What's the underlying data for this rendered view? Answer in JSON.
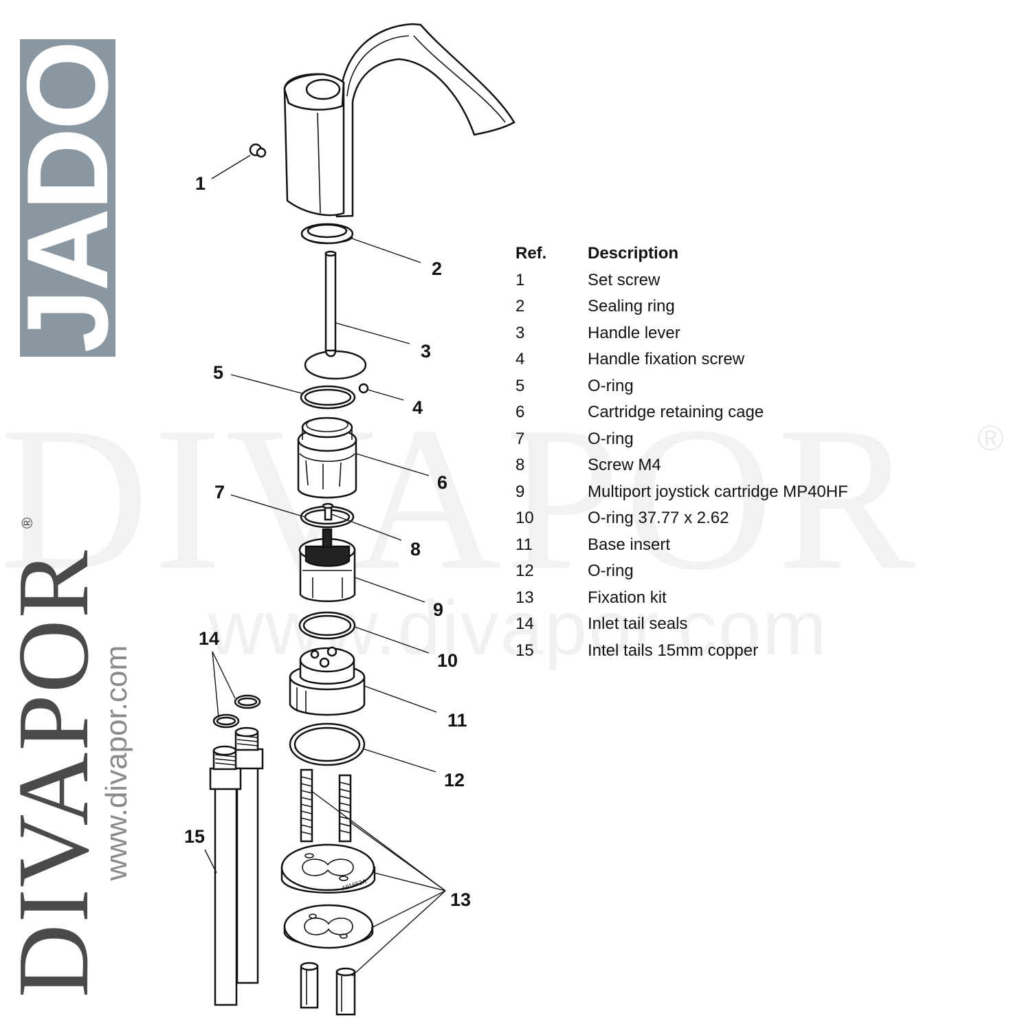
{
  "brand": {
    "logo_text": "JADO",
    "watermark": "DIVAPOR",
    "watermark_registered": "®",
    "watermark_url": "www.divapor.com"
  },
  "callouts": [
    "1",
    "2",
    "3",
    "4",
    "5",
    "6",
    "7",
    "8",
    "9",
    "10",
    "11",
    "12",
    "13",
    "14",
    "15"
  ],
  "parts_table": {
    "headers": {
      "ref": "Ref.",
      "description": "Description"
    },
    "rows": [
      {
        "ref": "1",
        "description": "Set screw"
      },
      {
        "ref": "2",
        "description": "Sealing ring"
      },
      {
        "ref": "3",
        "description": "Handle lever"
      },
      {
        "ref": "4",
        "description": "Handle fixation screw"
      },
      {
        "ref": "5",
        "description": "O-ring"
      },
      {
        "ref": "6",
        "description": "Cartridge retaining cage"
      },
      {
        "ref": "7",
        "description": "O-ring"
      },
      {
        "ref": "8",
        "description": "Screw M4"
      },
      {
        "ref": "9",
        "description": "Multiport joystick cartridge MP40HF"
      },
      {
        "ref": "10",
        "description": "O-ring 37.77 x 2.62"
      },
      {
        "ref": "11",
        "description": "Base insert"
      },
      {
        "ref": "12",
        "description": "O-ring"
      },
      {
        "ref": "13",
        "description": "Fixation kit"
      },
      {
        "ref": "14",
        "description": "Inlet tail seals"
      },
      {
        "ref": "15",
        "description": "Intel tails 15mm copper"
      }
    ]
  },
  "part_stamp": "A91662A",
  "colors": {
    "brand_band": "#8997a3",
    "line": "#111111"
  }
}
